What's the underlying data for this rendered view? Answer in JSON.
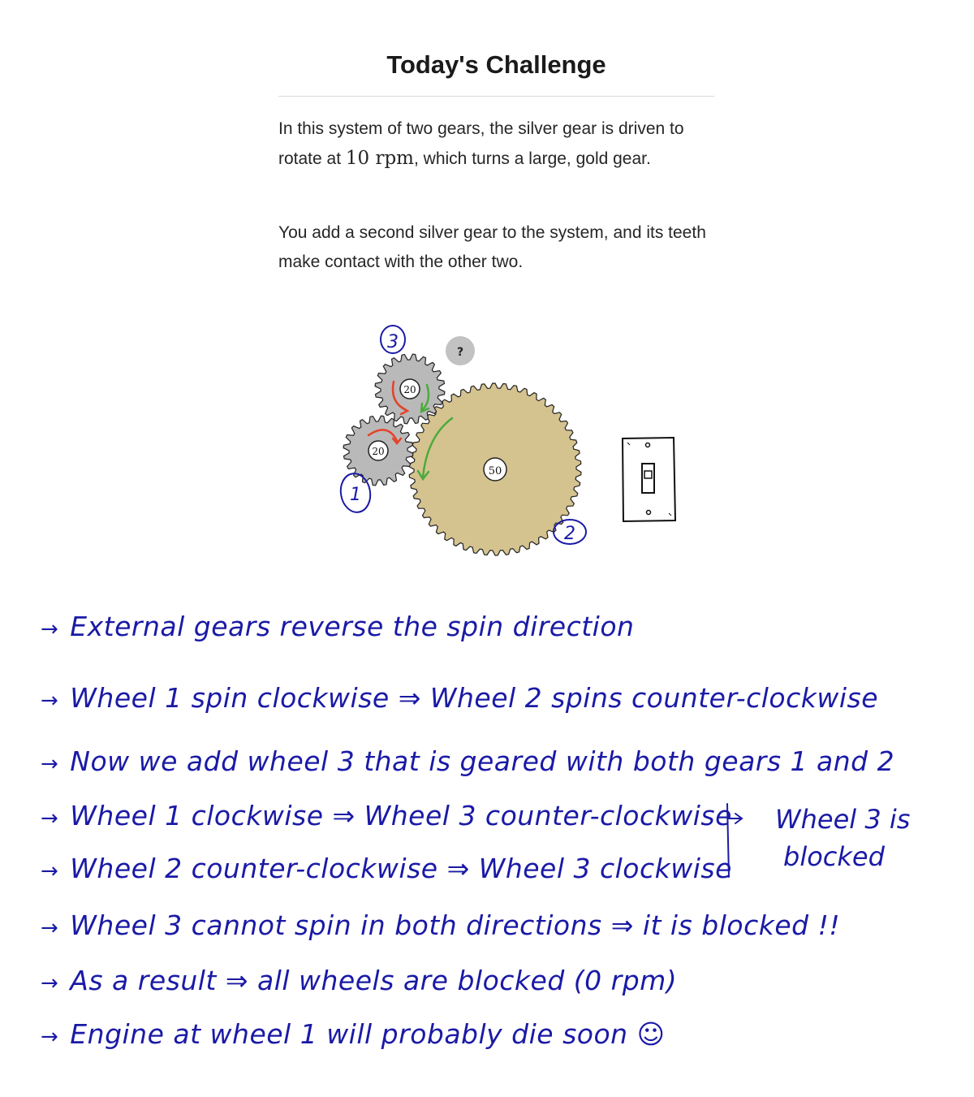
{
  "challenge": {
    "title": "Today's Challenge",
    "paragraph_1_before": "In this system of two gears, the silver gear is driven to rotate at ",
    "paragraph_1_math": "10 rpm",
    "paragraph_1_after": ", which turns a large, gold gear.",
    "paragraph_2": "You add a second silver gear to the system, and its teeth make contact with the other two."
  },
  "diagram": {
    "gears": [
      {
        "id": "gear-1",
        "label": "20",
        "teeth": 20,
        "color": "#b9b9b9"
      },
      {
        "id": "gear-3",
        "label": "20",
        "teeth": 20,
        "color": "#b9b9b9"
      },
      {
        "id": "gear-2",
        "label": "50",
        "teeth": 50,
        "color": "#d5c38f"
      }
    ],
    "unknown_badge": "?",
    "circled_numbers": [
      "3",
      "1",
      "2"
    ],
    "colors": {
      "silver": "#b9b9b9",
      "gold": "#d5c38f",
      "red_arrow": "#e4432b",
      "green_arrow": "#4caa3c",
      "handwriting": "#1a1aa6",
      "badge": "#c2c2c2"
    },
    "switch_icon": "light-switch-icon"
  },
  "notes": {
    "lines": [
      "External gears reverse the spin direction",
      "Wheel 1 spin clockwise ⇒ Wheel 2 spins counter-clockwise",
      "Now we add wheel 3 that is geared with both gears 1 and 2",
      "Wheel 1 clockwise ⇒ Wheel 3 counter-clockwise",
      "Wheel 2 counter-clockwise ⇒ Wheel 3 clockwise",
      "Wheel 3 cannot spin in both directions ⇒ it is blocked !!",
      "As a result ⇒ all wheels are blocked (0 rpm)",
      "Engine at wheel 1 will probably die soon ☺"
    ],
    "arrow": "→",
    "side_note_line_1": "Wheel 3 is",
    "side_note_line_2": "blocked",
    "side_arrow": "⇒"
  }
}
